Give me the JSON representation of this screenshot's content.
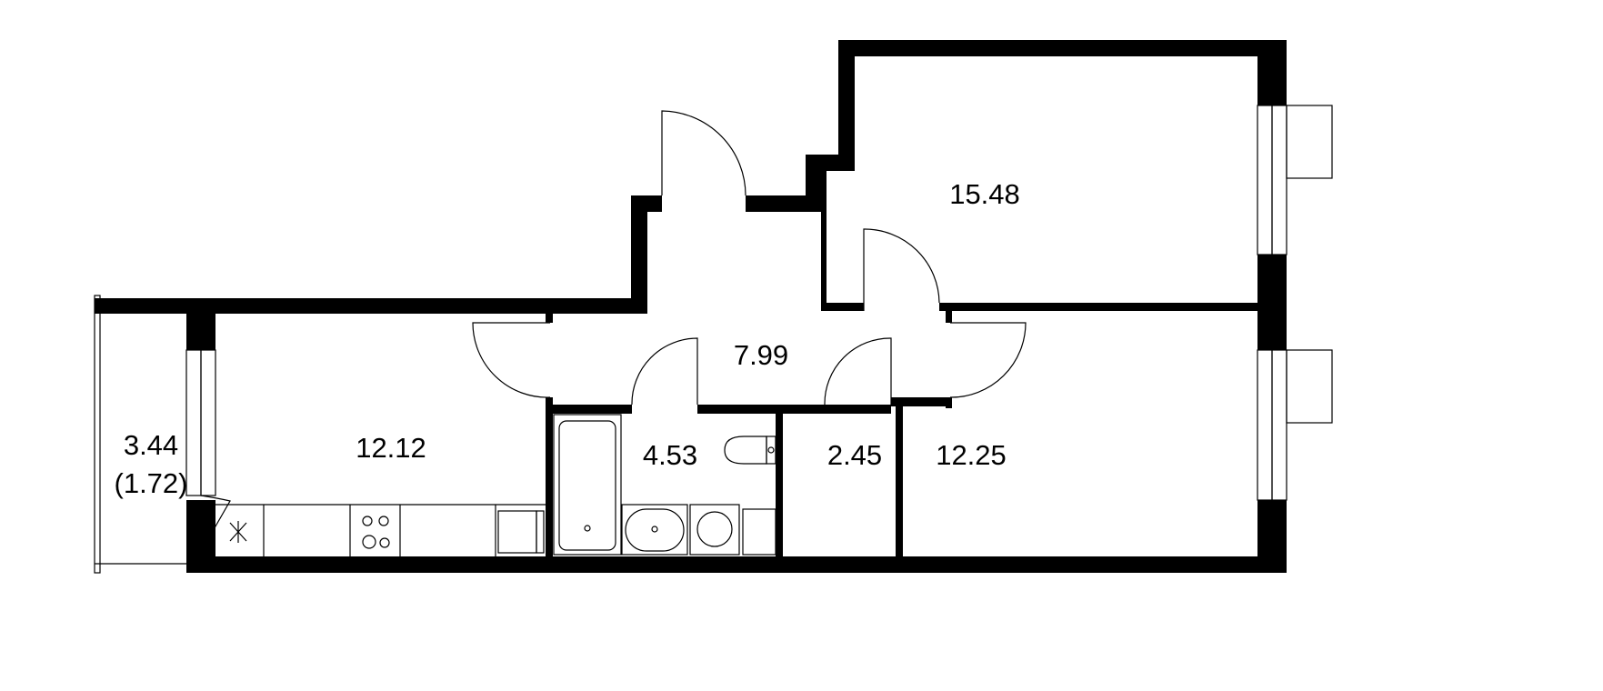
{
  "plan": {
    "wall_color": "#000000",
    "background": "#ffffff",
    "rooms": [
      {
        "id": "bedroom-1",
        "area": "15.48"
      },
      {
        "id": "hallway",
        "area": "7.99"
      },
      {
        "id": "kitchen-living",
        "area": "12.12"
      },
      {
        "id": "bathroom",
        "area": "4.53"
      },
      {
        "id": "storage",
        "area": "2.45"
      },
      {
        "id": "bedroom-2",
        "area": "12.25"
      },
      {
        "id": "balcony",
        "area": "3.44",
        "reduced_area": "(1.72)"
      }
    ]
  }
}
